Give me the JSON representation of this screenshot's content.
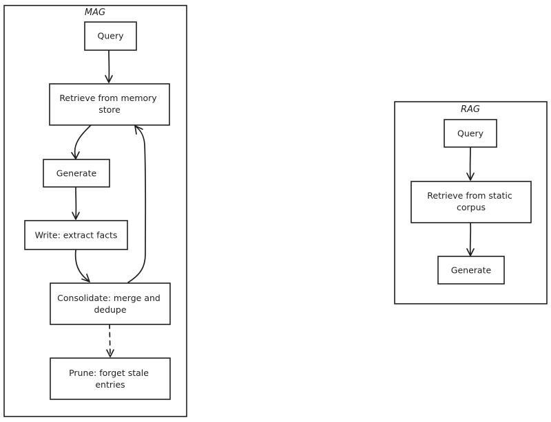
{
  "frames": {
    "mag": {
      "title": "MAG"
    },
    "rag": {
      "title": "RAG"
    }
  },
  "nodes": {
    "mag_query": {
      "lines": [
        "Query"
      ]
    },
    "mag_retrieve": {
      "lines": [
        "Retrieve from memory",
        "store"
      ]
    },
    "mag_generate": {
      "lines": [
        "Generate"
      ]
    },
    "mag_write": {
      "lines": [
        "Write: extract facts"
      ]
    },
    "mag_consolidate": {
      "lines": [
        "Consolidate: merge and",
        "dedupe"
      ]
    },
    "mag_prune": {
      "lines": [
        "Prune: forget stale",
        "entries"
      ]
    },
    "rag_query": {
      "lines": [
        "Query"
      ]
    },
    "rag_retrieve": {
      "lines": [
        "Retrieve from static",
        "corpus"
      ]
    },
    "rag_generate": {
      "lines": [
        "Generate"
      ]
    }
  },
  "edges": [
    {
      "from": "mag_query",
      "to": "mag_retrieve",
      "style": "solid"
    },
    {
      "from": "mag_retrieve",
      "to": "mag_generate",
      "style": "solid"
    },
    {
      "from": "mag_generate",
      "to": "mag_write",
      "style": "solid"
    },
    {
      "from": "mag_write",
      "to": "mag_consolidate",
      "style": "solid"
    },
    {
      "from": "mag_consolidate",
      "to": "mag_retrieve",
      "style": "solid"
    },
    {
      "from": "mag_consolidate",
      "to": "mag_prune",
      "style": "dashed"
    },
    {
      "from": "rag_query",
      "to": "rag_retrieve",
      "style": "solid"
    },
    {
      "from": "rag_retrieve",
      "to": "rag_generate",
      "style": "solid"
    }
  ]
}
